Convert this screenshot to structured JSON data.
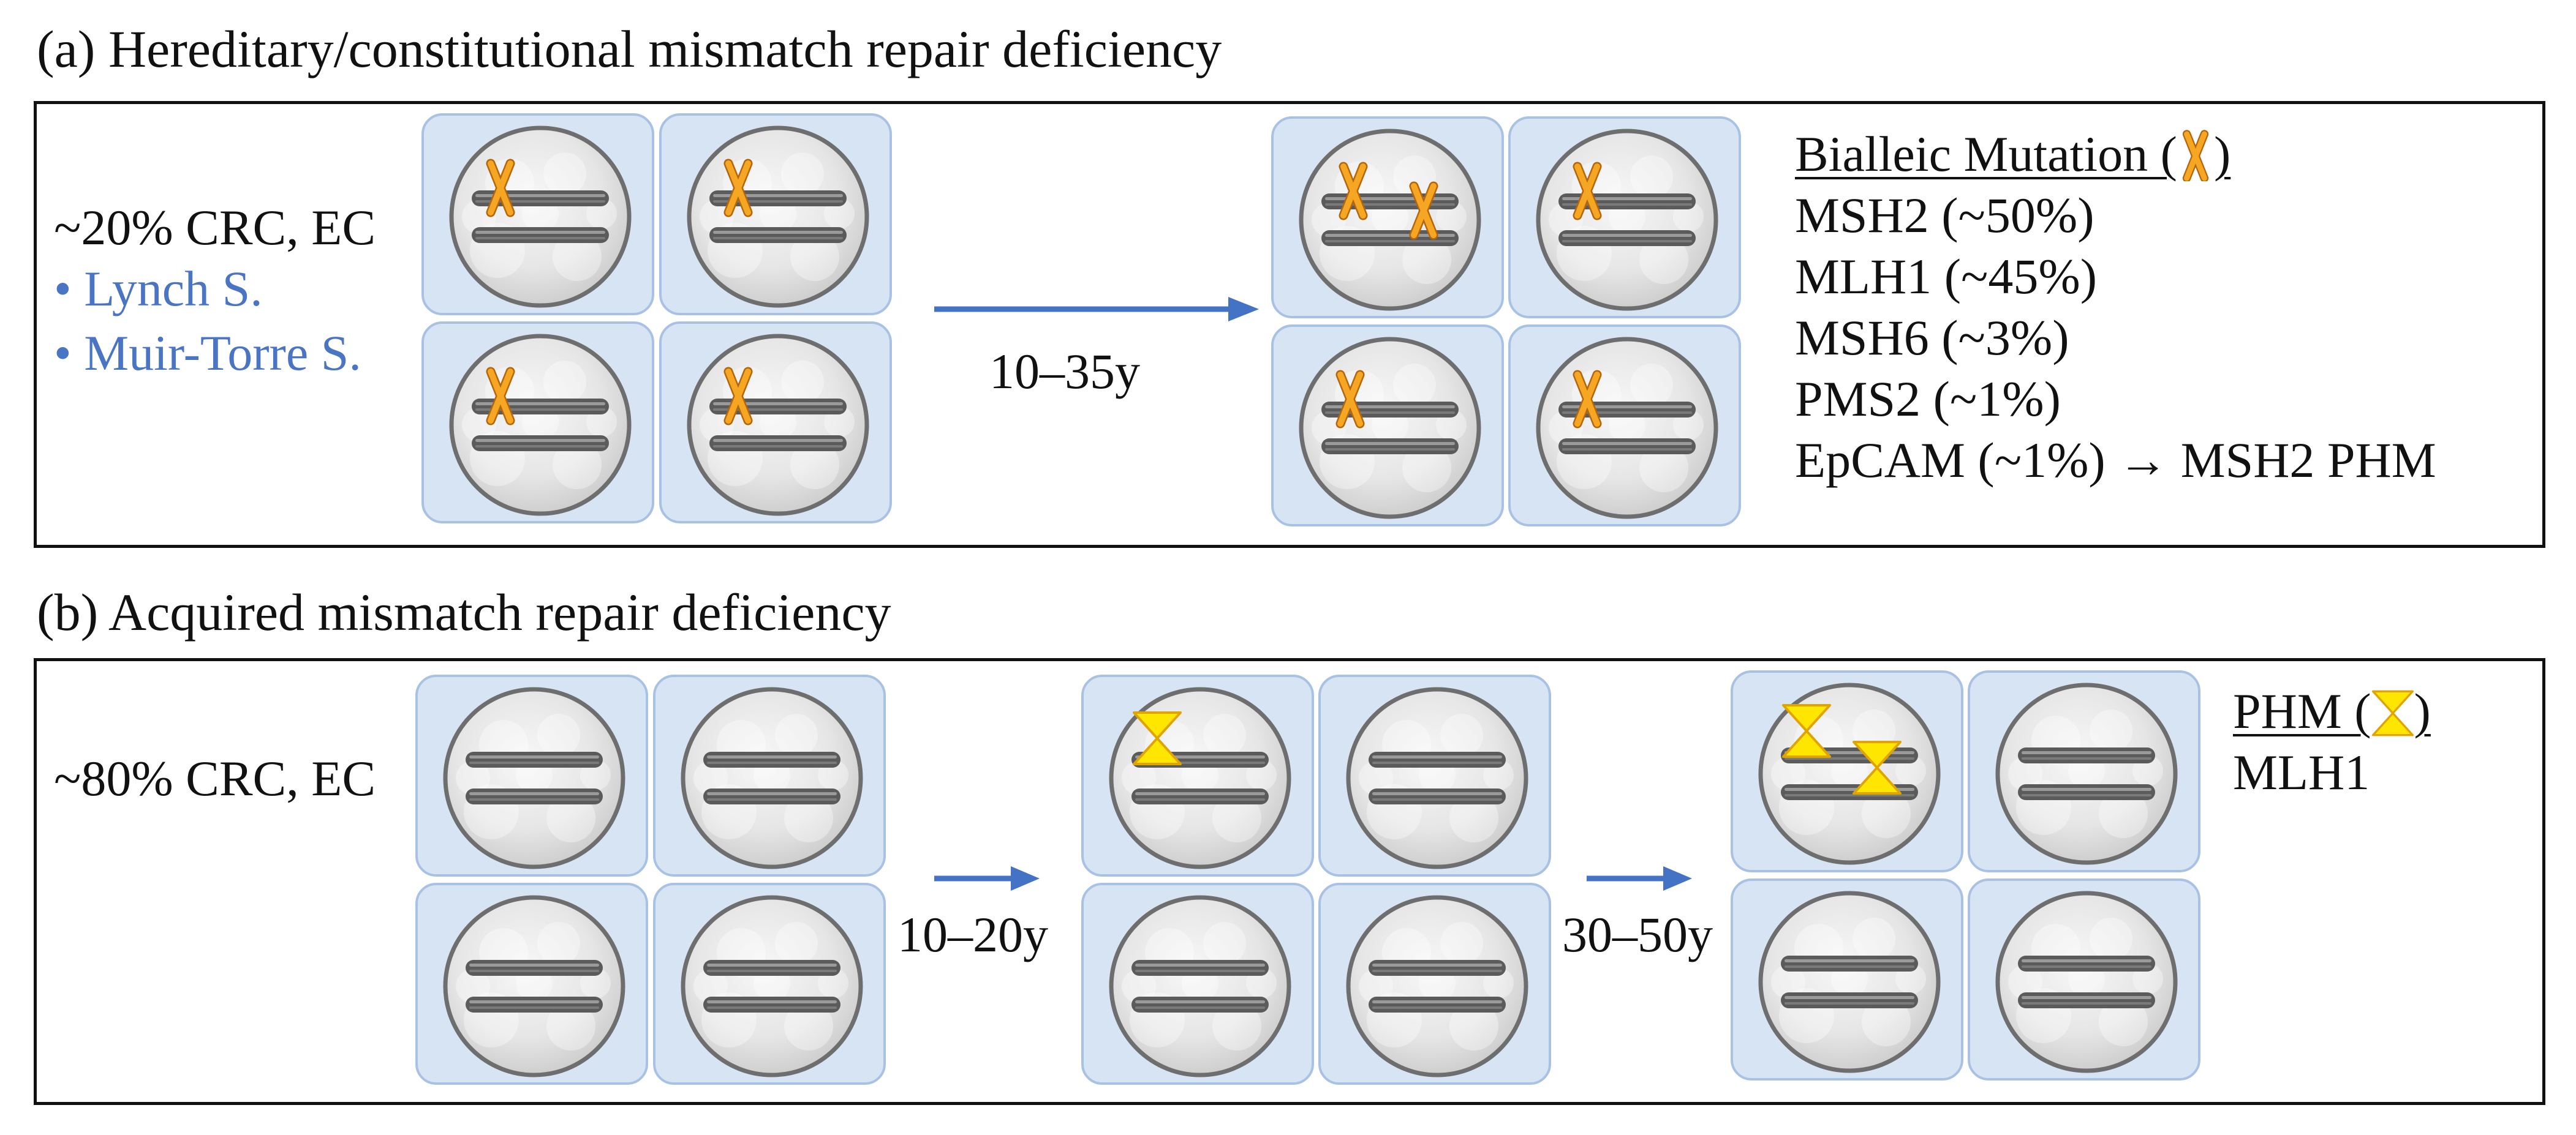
{
  "panel_a": {
    "title": "(a) Hereditary/constitutional mismatch repair deficiency",
    "freq_label": "~20% CRC, EC",
    "syndromes": [
      "• Lynch S.",
      "• Muir-Torre S."
    ],
    "time_label": "10–35y",
    "legend_title": "Bialleic Mutation (",
    "legend_close": ")",
    "legend_icon": "chromosome-x-mutation-icon",
    "genes": [
      "MSH2 (~50%)",
      "MLH1 (~45%)",
      "MSH6 (~3%)",
      "PMS2 (~1%)",
      "EpCAM (~1%) → MSH2 PHM"
    ]
  },
  "panel_b": {
    "title": "(b) Acquired mismatch repair deficiency",
    "freq_label": "~80% CRC, EC",
    "time_label_1": "10–20y",
    "time_label_2": "30–50y",
    "legend_title": "PHM (",
    "legend_close": ")",
    "legend_icon": "hourglass-methylation-icon",
    "genes": [
      "MLH1"
    ]
  },
  "colors": {
    "cell_fill": "#d6e4f4",
    "cell_border": "#a9c2e4",
    "arrow": "#4472c4",
    "syndrome_text": "#4a74c4",
    "mutation_orange": "#f5a623",
    "methylation_yellow": "#ffe600"
  }
}
